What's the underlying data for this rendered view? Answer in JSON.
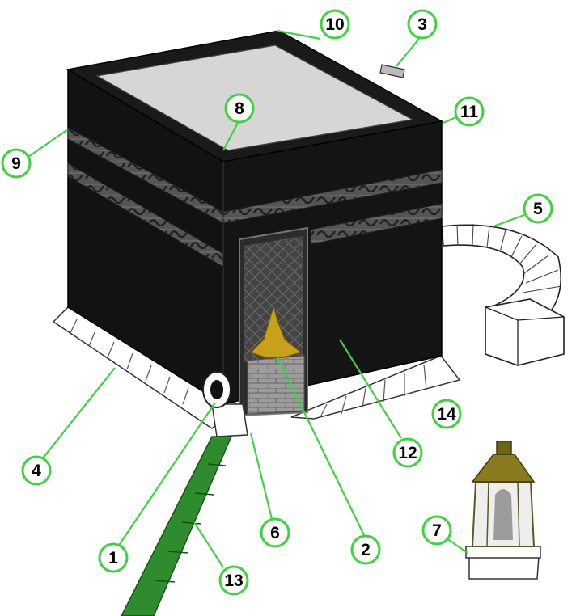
{
  "colors": {
    "accent_green": "#3cd43c",
    "cloth": "#121212",
    "roof": "#d4d4d4",
    "marble": "#ffffff",
    "gold": "#c9a01a",
    "stone": "#9a9a9a"
  },
  "callouts": [
    {
      "id": 1,
      "label": "1"
    },
    {
      "id": 2,
      "label": "2"
    },
    {
      "id": 3,
      "label": "3"
    },
    {
      "id": 4,
      "label": "4"
    },
    {
      "id": 5,
      "label": "5"
    },
    {
      "id": 6,
      "label": "6"
    },
    {
      "id": 7,
      "label": "7"
    },
    {
      "id": 8,
      "label": "8"
    },
    {
      "id": 9,
      "label": "9"
    },
    {
      "id": 10,
      "label": "10"
    },
    {
      "id": 11,
      "label": "11"
    },
    {
      "id": 12,
      "label": "12"
    },
    {
      "id": 13,
      "label": "13"
    },
    {
      "id": 14,
      "label": "14"
    }
  ]
}
